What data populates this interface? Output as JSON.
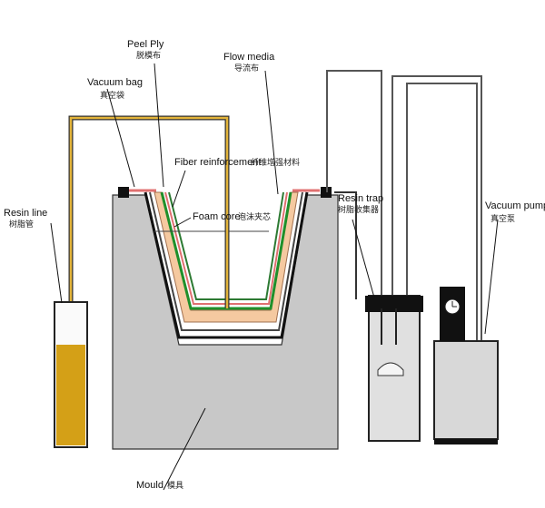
{
  "labels": {
    "vacuum_bag": {
      "en": "Vacuum bag",
      "cn": "真空袋"
    },
    "peel_ply": {
      "en": "Peel Ply",
      "cn": "脱模布"
    },
    "flow_media": {
      "en": "Flow media",
      "cn": "导流布"
    },
    "fiber_reinforcement": {
      "en": "Fiber reinforcement",
      "cn": "纤维增强材料"
    },
    "foam_core": {
      "en": "Foam core",
      "cn": "泡沫夹芯"
    },
    "resin_line": {
      "en": "Resin line",
      "cn": "树脂管"
    },
    "resin_trap": {
      "en": "Resin trap",
      "cn": "树脂收集器"
    },
    "vacuum_pump": {
      "en": "Vacuum pump",
      "cn": "真空泵"
    },
    "mould": {
      "en": "Mould",
      "cn": "模具"
    }
  },
  "colors": {
    "mould": "#c8c8c8",
    "resin": "#d4a017",
    "foam": "#f5c9a0",
    "fiber": "#1f8f2a",
    "peel_ply": "#e07070",
    "bag": "#222222",
    "line": "#555555"
  }
}
